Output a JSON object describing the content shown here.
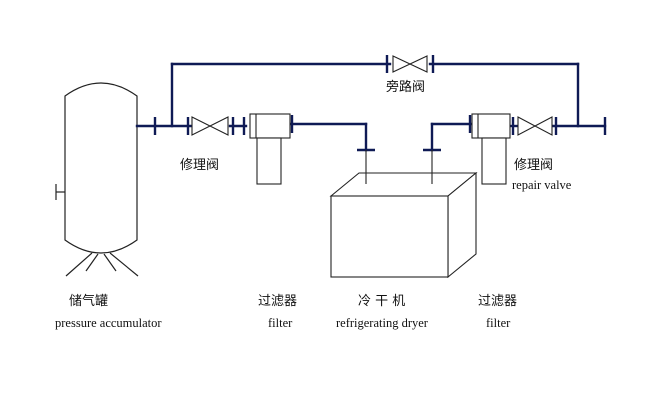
{
  "colors": {
    "pipe": "#0f1a55",
    "outline": "#222222",
    "background": "#ffffff"
  },
  "labels": {
    "bypass_valve": "旁路阀",
    "repair_valve_left": "修理阀",
    "repair_valve_right_zh": "修理阀",
    "repair_valve_right_en": "repair valve",
    "accumulator_zh": "储气罐",
    "accumulator_en": "pressure accumulator",
    "filter_left_zh": "过滤器",
    "filter_left_en": "filter",
    "dryer_zh": "冷 干 机",
    "dryer_en": "refrigerating dryer",
    "filter_right_zh": "过滤器",
    "filter_right_en": "filter"
  }
}
